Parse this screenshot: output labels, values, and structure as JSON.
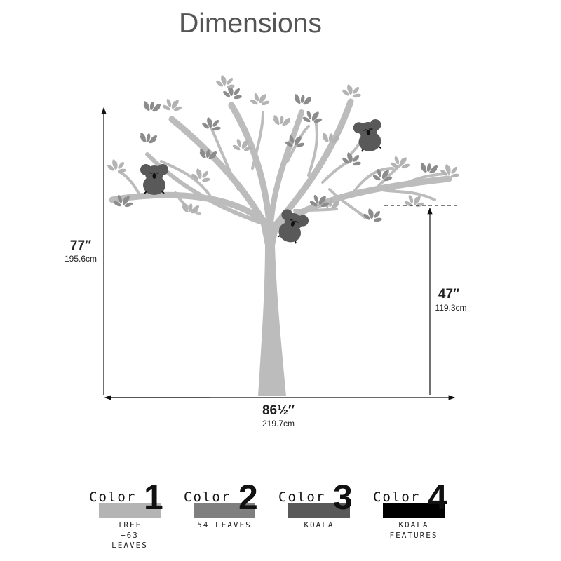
{
  "title": "Dimensions",
  "dimensions": {
    "height": {
      "inches": "77″",
      "cm": "195.6cm"
    },
    "branch_height": {
      "inches": "47″",
      "cm": "119.3cm"
    },
    "width": {
      "inches": "86½″",
      "cm": "219.7cm"
    }
  },
  "colors": {
    "tree": "#bcbcbc",
    "leaf_dark": "#8c8c8c",
    "leaf_light": "#b3b3b3",
    "koala": "#595959",
    "features": "#111111"
  },
  "legend": [
    {
      "word": "Color",
      "number": "1",
      "swatch": "#b4b4b4",
      "label": "TREE\n+63\nLEAVES"
    },
    {
      "word": "Color",
      "number": "2",
      "swatch": "#7f7f7f",
      "label": "54 LEAVES"
    },
    {
      "word": "Color",
      "number": "3",
      "swatch": "#595959",
      "label": "KOALA"
    },
    {
      "word": "Color",
      "number": "4",
      "swatch": "#000000",
      "label": "KOALA\nFEATURES"
    }
  ]
}
